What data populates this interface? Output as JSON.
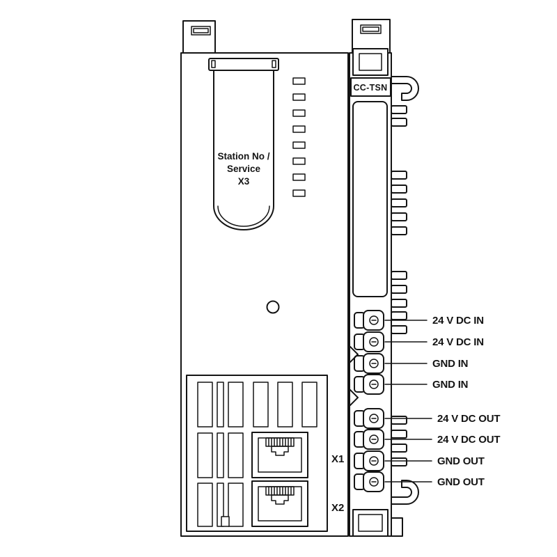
{
  "colors": {
    "line": "#141414",
    "background": "#ffffff"
  },
  "module": {
    "type_label": "CC-TSN",
    "door": {
      "line1": "Station No /",
      "line2": "Service",
      "line3": "X3"
    },
    "ports": {
      "x1": "X1",
      "x2": "X2"
    },
    "led_slots": 8
  },
  "terminals": {
    "in": [
      "24 V DC IN",
      "24 V DC IN",
      "GND IN",
      "GND IN"
    ],
    "out": [
      "24 V DC OUT",
      "24 V DC OUT",
      "GND OUT",
      "GND OUT"
    ]
  }
}
